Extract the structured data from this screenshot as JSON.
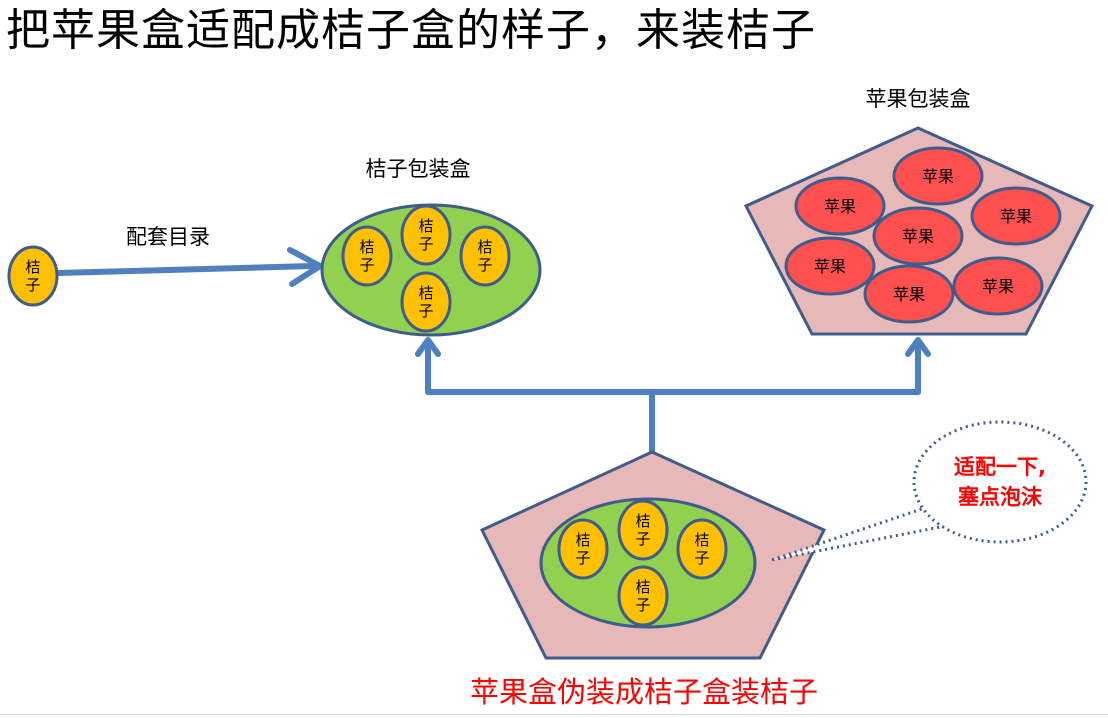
{
  "title": "把苹果盒适配成桔子盒的样子，来装桔子",
  "labels": {
    "orange_box": "桔子包装盒",
    "apple_box": "苹果包装盒",
    "catalog": "配套目录",
    "adapter_caption": "苹果盒伪装成桔子盒装桔子",
    "callout_line1": "适配一下,",
    "callout_line2": "塞点泡沫"
  },
  "fruit": {
    "orange_line1": "桔",
    "orange_line2": "子",
    "apple": "苹果"
  },
  "colors": {
    "orange_fill": "#FFC000",
    "green_fill": "#92D050",
    "pink_fill": "#E6B9B8",
    "apple_fill": "#FF5050",
    "stroke": "#3F5C8C",
    "arrow": "#4F7FBF",
    "callout_text": "#FF0000"
  }
}
